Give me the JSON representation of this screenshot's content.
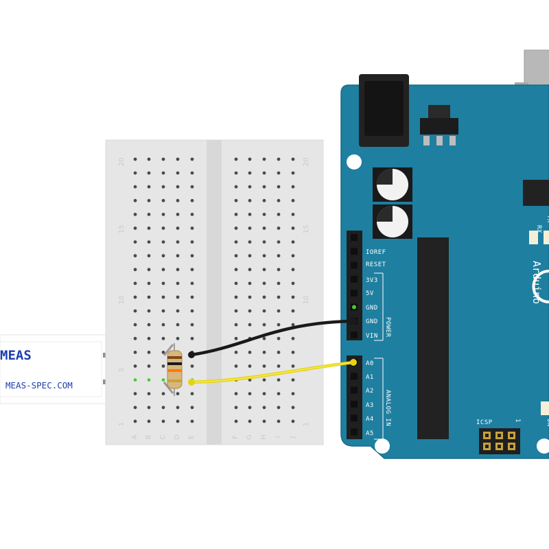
{
  "sensor": {
    "brand": "MEAS",
    "url": "MEAS-SPEC.COM"
  },
  "arduino": {
    "logo": "Arduino",
    "power_header_label": "POWER",
    "analog_header_label": "ANALOG IN",
    "power_pins": [
      "IOREF",
      "RESET",
      "3V3",
      "5V",
      "GND",
      "GND",
      "VIN"
    ],
    "analog_pins": [
      "A0",
      "A1",
      "A2",
      "A3",
      "A4",
      "A5"
    ],
    "leds": [
      "RX",
      "TX",
      "ON"
    ],
    "icsp_label": "ICSP",
    "icsp_pin_number": "1"
  },
  "breadboard": {
    "column_letters_left": [
      "A",
      "B",
      "C",
      "D",
      "E"
    ],
    "column_letters_right": [
      "F",
      "G",
      "H",
      "I",
      "J"
    ],
    "row_numbers_labelled": [
      "1",
      "5",
      "10",
      "15",
      "20"
    ]
  },
  "wires": [
    {
      "color": "#1a1a1a",
      "from": "breadboard",
      "to": "GND"
    },
    {
      "color": "#f2e21a",
      "from": "breadboard",
      "to": "A0"
    }
  ],
  "colors": {
    "board": "#1e7fa0",
    "breadboard": "#e6e6e6",
    "header": "#1f1f1f",
    "sensor_text": "#1c3fb0",
    "jack": "#222222"
  }
}
